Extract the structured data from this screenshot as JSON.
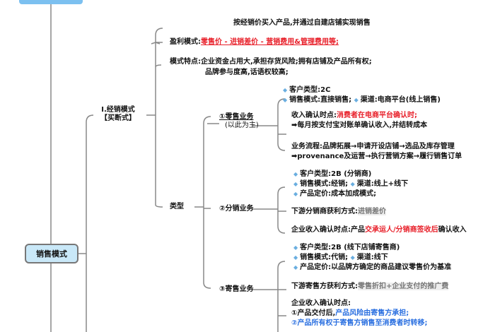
{
  "root": {
    "label": "销售模式",
    "top_node_color": "#7cc0f0",
    "node_color": "#c9e8f8"
  },
  "branch1": {
    "label": "I.经销模式",
    "sub": "【买断式】"
  },
  "concept": {
    "text": "按经销价买入产品,并通过自建店铺实现销售"
  },
  "profit": {
    "label": "盈利模式:",
    "red": "零售价 - 进销差价 - 营销费用&管理费用等;"
  },
  "features": {
    "line1": "模式特点:企业资金占用大,承担存货风险;拥有店铺及产品所有权;",
    "line2": "品牌参与度高,话语权较高;"
  },
  "types": {
    "label": "类型"
  },
  "retail": {
    "label": "①零售业务",
    "sub": "(以此为主)",
    "customer": "客户类型:2C",
    "mode": "销售模式:直接销售;",
    "channel": "渠道:电商平台(线上销售)",
    "revenue_label": "收入确认时点:",
    "revenue_red": "消费者在电商平台确认时;",
    "revenue_line2": "➡每月按支付宝对账单确认收入,并结转成本",
    "flow1": "业务流程:品牌拓展→申请开设店铺→选品及库存管理",
    "flow2": "➡provenance及运营→执行营销方案→履行销售订单"
  },
  "distribution": {
    "label": "②分销业务",
    "customer": "客户类型:2B (分销商)",
    "mode": "销售模式:经销;",
    "channel": "渠道:线上+线下",
    "pricing": "产品定价:成本加成模式;",
    "profit_label": "下游分销商获利方式:",
    "profit_value": "进销差价",
    "revenue_label": "企业收入确认时点:产品",
    "revenue_red": "交承运人/分销商签收后",
    "revenue_tail": "确认收入"
  },
  "consignment": {
    "label": "③寄售业务",
    "customer": "客户类型:2B (线下店铺寄售商)",
    "mode": "销售模式:代销;",
    "channel": "渠道:线下",
    "pricing": "产品定价:以品牌方确定的商品建议零售价为基准",
    "profit_label": "下游寄售方获利方式:",
    "profit_value": "零售折扣+企业支付的推广费",
    "revenue_label": "企业收入确认时点:",
    "r1_label": "①产品交付后,",
    "r1_blue": "产品风险由寄售方承担;",
    "r2_blue": "②产品所有权于寄售方销售至消费者时转移;"
  }
}
